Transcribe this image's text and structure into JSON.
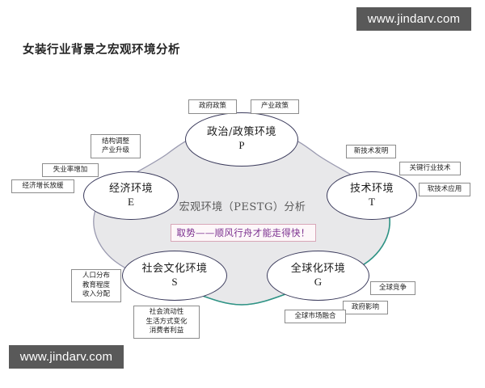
{
  "watermark": {
    "top_text": "www.jindarv.com",
    "bottom_text": "www.jindarv.com",
    "background_color": "#595959"
  },
  "title": "女装行业背景之宏观环境分析",
  "diagram": {
    "type": "pestg-venn",
    "center_caption": "宏观环境（PESTG）分析",
    "center_highlight": "取势——顺风行舟才能走得快！",
    "highlight_text_color": "#7b2f8f",
    "highlight_border_color": "#d8a7b8",
    "blob_fill_color": "#e8e8ea",
    "blob_stroke_color": "#9a9ab0",
    "accent_arc_color": "#2e9485",
    "node_stroke_color": "#3b3b5c",
    "nodes": [
      {
        "id": "political",
        "name": "政治/政策环境",
        "letter": "P"
      },
      {
        "id": "economic",
        "name": "经济环境",
        "letter": "E"
      },
      {
        "id": "technology",
        "name": "技术环境",
        "letter": "T"
      },
      {
        "id": "social",
        "name": "社会文化环境",
        "letter": "S"
      },
      {
        "id": "global",
        "name": "全球化环境",
        "letter": "G"
      }
    ],
    "callouts": {
      "government_policy": "政府政策",
      "industry_policy": "产业政策",
      "structural_line1": "结构调整",
      "structural_line2": "产业升级",
      "unemployment": "失业率增加",
      "growth_slowdown": "经济增长放缓",
      "new_technology": "新技术发明",
      "key_industry_technology": "关键行业技术",
      "soft_technology": "软技术应用",
      "population_line1": "人口分布",
      "population_line2": "教育程度",
      "population_line3": "收入分配",
      "society_line1": "社会流动性",
      "society_line2": "生活方式变化",
      "society_line3": "消费者利益",
      "global_competition": "全球竞争",
      "government_influence": "政府影响",
      "global_market_integration": "全球市场融合"
    }
  }
}
